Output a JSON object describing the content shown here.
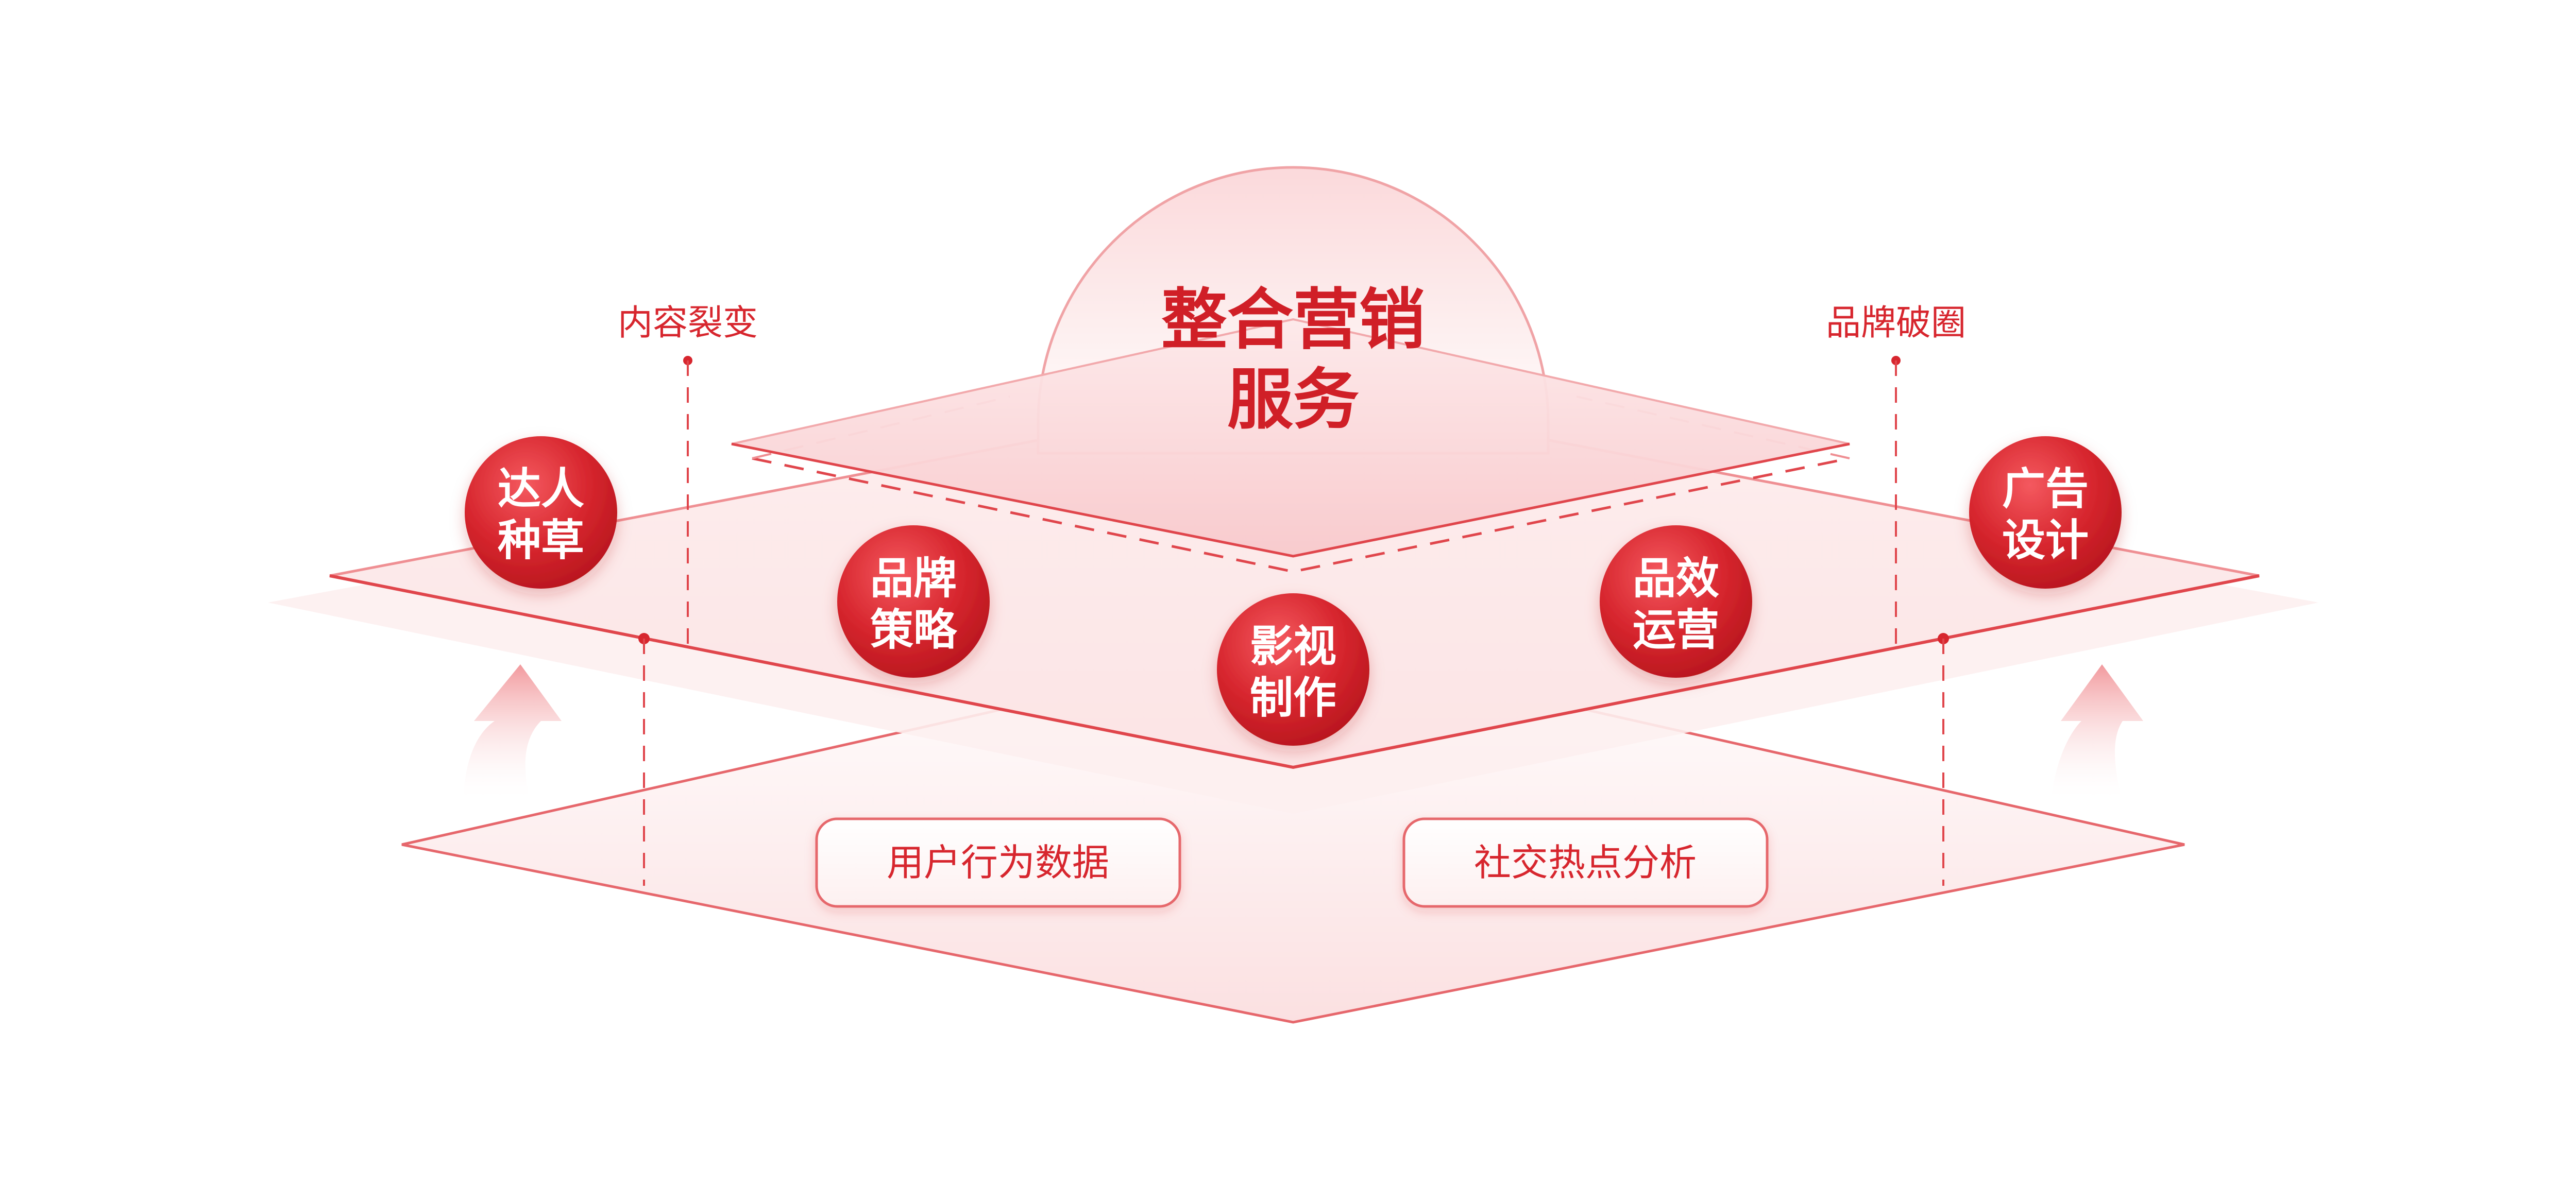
{
  "center": {
    "line1": "整合营销",
    "line2": "服务"
  },
  "callouts": {
    "left": "内容裂变",
    "right": "品牌破圈"
  },
  "nodes": [
    {
      "id": "daren",
      "line1": "达人",
      "line2": "种草"
    },
    {
      "id": "pinpai-celue",
      "line1": "品牌",
      "line2": "策略"
    },
    {
      "id": "yingshi",
      "line1": "影视",
      "line2": "制作"
    },
    {
      "id": "pinxiao",
      "line1": "品效",
      "line2": "运营"
    },
    {
      "id": "guanggao",
      "line1": "广告",
      "line2": "设计"
    }
  ],
  "bottom_labels": {
    "left": "用户行为数据",
    "right": "社交热点分析"
  },
  "colors": {
    "accent": "#d7262e",
    "accent_dark": "#c11a22",
    "accent_light": "#f06a6f",
    "plane_fill": "#fdeeee",
    "line": "#e04a50"
  }
}
